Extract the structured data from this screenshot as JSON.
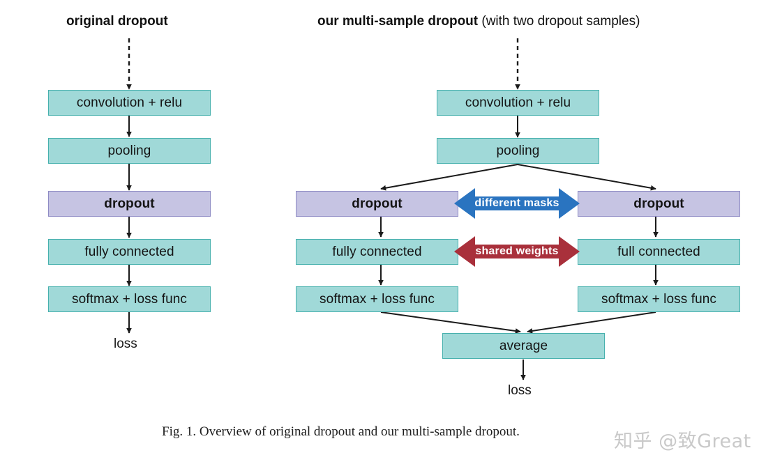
{
  "figure": {
    "caption": "Fig. 1.  Overview of original dropout and our multi-sample dropout.",
    "watermark": "知乎 @致Great"
  },
  "colors": {
    "teal_fill": "#a0d9d8",
    "teal_border": "#46b0ad",
    "purple_fill": "#c6c4e3",
    "purple_border": "#8e8bc4",
    "blue_arrow": "#2a74c0",
    "red_arrow": "#a9303b",
    "line": "#1a1a1a",
    "watermark": "#c9c9c9"
  },
  "left_panel": {
    "heading_bold": "original dropout",
    "heading_rest": "",
    "nodes": [
      {
        "label": "convolution + relu",
        "kind": "teal"
      },
      {
        "label": "pooling",
        "kind": "teal"
      },
      {
        "label": "dropout",
        "kind": "purple"
      },
      {
        "label": "fully connected",
        "kind": "teal"
      },
      {
        "label": "softmax + loss func",
        "kind": "teal"
      }
    ],
    "output_label": "loss"
  },
  "right_panel": {
    "heading_bold": "our multi-sample dropout",
    "heading_rest": " (with two dropout samples)",
    "trunk_nodes": [
      {
        "label": "convolution + relu",
        "kind": "teal"
      },
      {
        "label": "pooling",
        "kind": "teal"
      }
    ],
    "branch_left": [
      {
        "label": "dropout",
        "kind": "purple"
      },
      {
        "label": "fully connected",
        "kind": "teal"
      },
      {
        "label": "softmax + loss func",
        "kind": "teal"
      }
    ],
    "branch_right": [
      {
        "label": "dropout",
        "kind": "purple"
      },
      {
        "label": "full connected",
        "kind": "teal"
      },
      {
        "label": "softmax + loss func",
        "kind": "teal"
      }
    ],
    "merge_node": {
      "label": "average",
      "kind": "teal"
    },
    "output_label": "loss",
    "relations": [
      {
        "label": "different masks",
        "color": "blue"
      },
      {
        "label": "shared weights",
        "color": "red"
      }
    ]
  }
}
